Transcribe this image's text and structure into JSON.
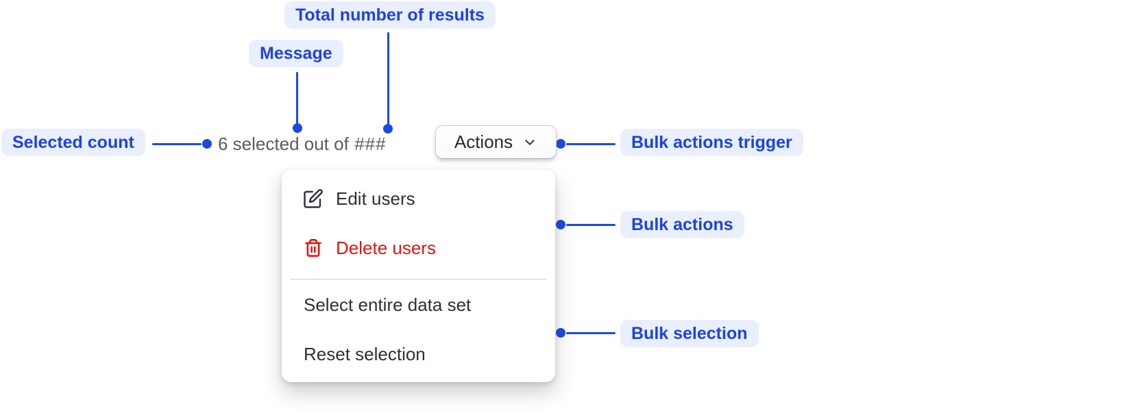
{
  "annotations": {
    "total_results": "Total number of results",
    "message": "Message",
    "selected_count": "Selected count",
    "bulk_actions_trigger": "Bulk actions trigger",
    "bulk_actions": "Bulk actions",
    "bulk_selection": "Bulk selection"
  },
  "toolbar": {
    "message": "6 selected out of",
    "total_placeholder": "###",
    "actions_button": "Actions"
  },
  "menu": {
    "items": [
      {
        "label": "Edit users",
        "icon": "edit-icon",
        "destructive": false
      },
      {
        "label": "Delete users",
        "icon": "trash-icon",
        "destructive": true
      },
      {
        "label": "Select entire data set",
        "icon": null,
        "destructive": false
      },
      {
        "label": "Reset selection",
        "icon": null,
        "destructive": false
      }
    ]
  },
  "icons": {
    "trigger_chevron": "chevron-down-icon",
    "edit": "edit-icon",
    "delete": "trash-icon"
  },
  "colors": {
    "annotation_blue": "#1C43DF",
    "annotation_pill_bg": "#E9EFFE",
    "critical_red": "#E0150F",
    "text_primary": "#2C3035",
    "text_muted": "#5B5C61",
    "button_border": "#C8CBCF"
  }
}
